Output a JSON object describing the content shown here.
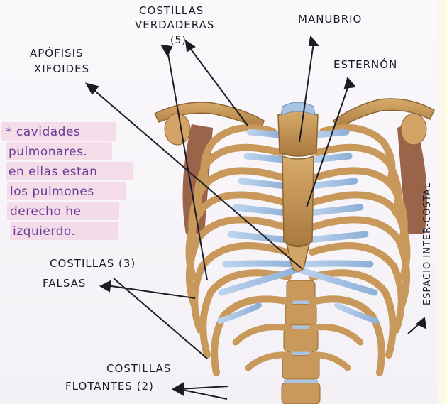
{
  "labels": {
    "costillas_verdaderas_l1": "COSTILLAS",
    "costillas_verdaderas_l2": "VERDADERAS",
    "costillas_verdaderas_l3": "(5)",
    "manubrio": "MANUBRIO",
    "apofisis_l1": "APÓFISIS",
    "apofisis_l2": "XIFOIDES",
    "esternon": "ESTERNÓN",
    "costillas_falsas_l1": "COSTILLAS (3)",
    "costillas_falsas_l2": "FALSAS",
    "costillas_flotantes_l1": "COSTILLAS",
    "costillas_flotantes_l2": "FLOTANTES (2)",
    "espacio_intercostal": "ESPACIO INTER-COSTAL"
  },
  "note": {
    "lines": [
      "* cavidades",
      "pulmonares.",
      "en ellas estan",
      "los pulmones",
      "derecho he",
      "izquierdo."
    ]
  },
  "colors": {
    "bone": "#c8995a",
    "bone_dark": "#8e6530",
    "cartilage": "#a9c3e3",
    "note_ink": "#6a3c98",
    "highlight": "#f2c6dc",
    "ink": "#1c1c24"
  }
}
